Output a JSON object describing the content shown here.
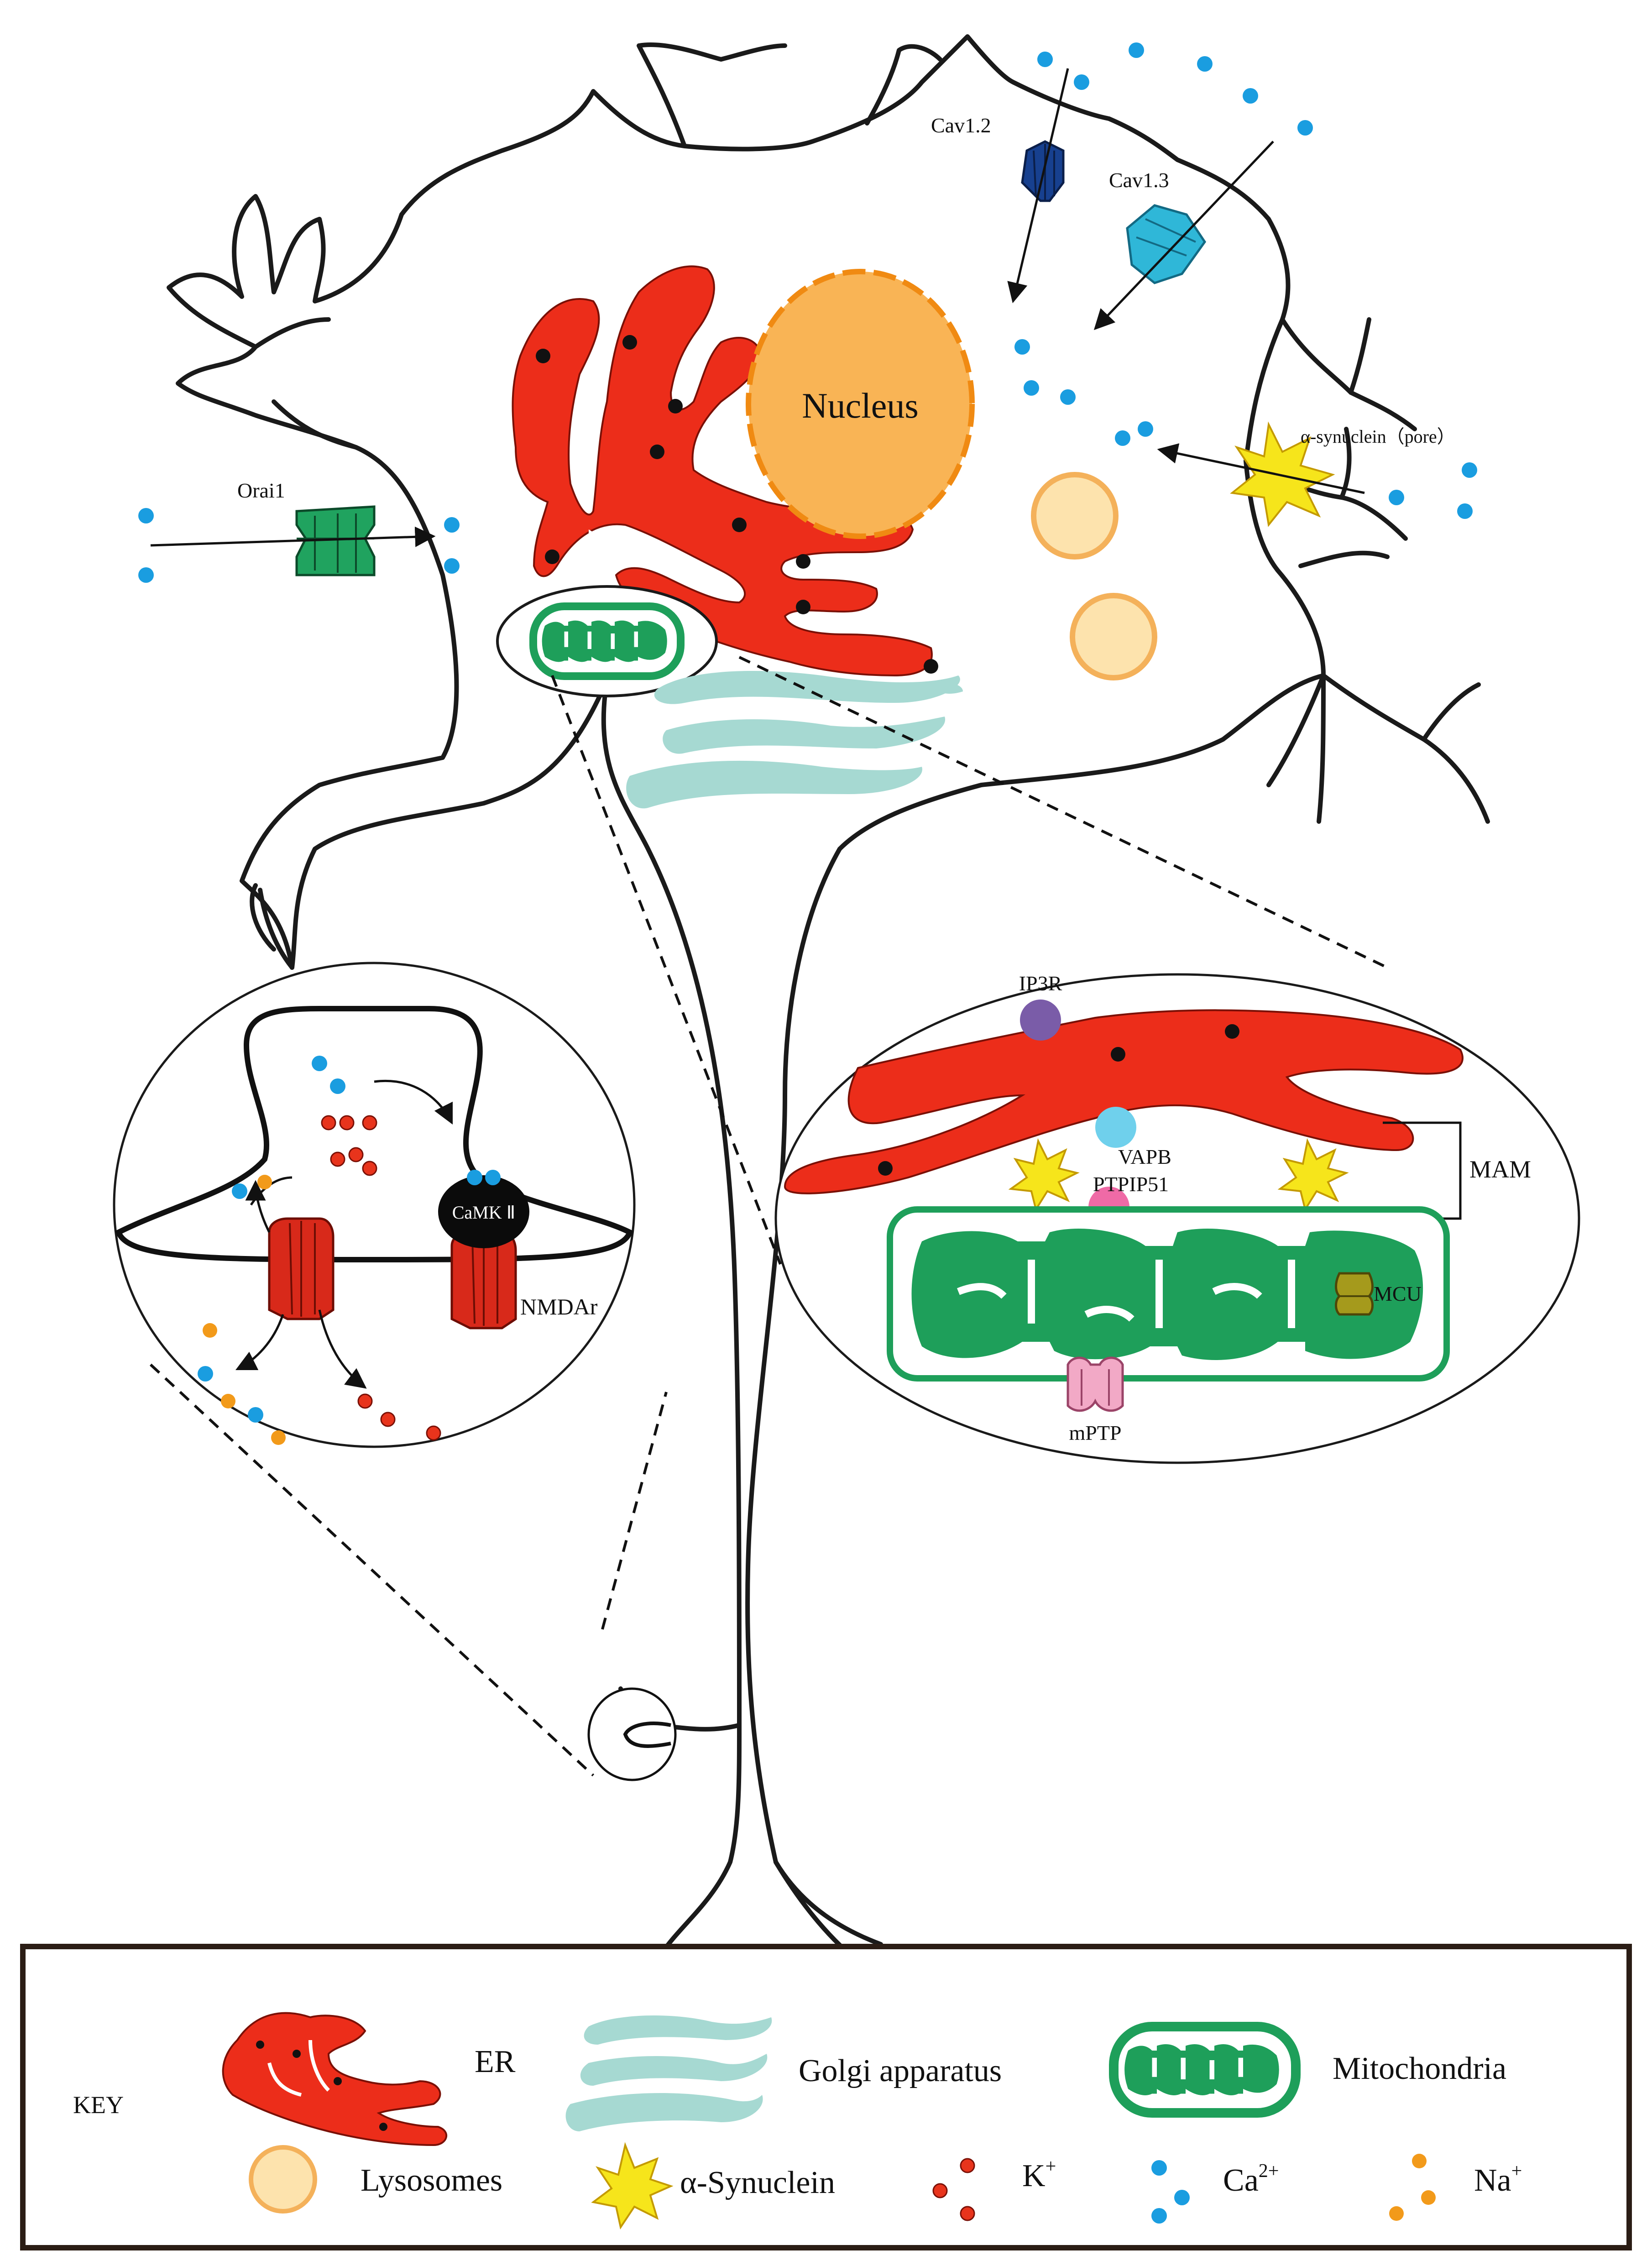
{
  "cell": {
    "nucleus_label": "Nucleus",
    "channels": {
      "cav12": "Cav1.2",
      "cav13": "Cav1.3",
      "orai1": "Orai1",
      "synuclein_pore": "α-synuclein（pore）"
    }
  },
  "synapse_inset": {
    "camk_label": "CaMK Ⅱ",
    "nmda_label": "NMDAr"
  },
  "mam_inset": {
    "ip3r": "IP3R",
    "vapb": "VAPB",
    "ptpip51": "PTPIP51",
    "mam": "MAM",
    "mcu": "MCU",
    "mptp": "mPTP"
  },
  "key": {
    "title": "KEY",
    "er": "ER",
    "golgi": "Golgi apparatus",
    "mito": "Mitochondria",
    "lysosomes": "Lysosomes",
    "synuclein": "α-Synuclein",
    "k_base": "K",
    "k_sup": "+",
    "ca_base": "Ca",
    "ca_sup": "2+",
    "na_base": "Na",
    "na_sup": "+"
  },
  "colors": {
    "er_red": "#ec2d1a",
    "golgi": "#a6d9d2",
    "mito_green": "#1e9f5a",
    "nucleus": "#f9b455",
    "lysosome": "#fde3ad",
    "calcium": "#1a9de0",
    "potassium": "#e8341c",
    "sodium": "#f29a1a",
    "synuclein": "#f6e51b",
    "cav12": "#17408f",
    "cav13": "#2fb7d8",
    "orai1": "#20a35f",
    "ip3r": "#7a5ca8",
    "vapb": "#6fd0ec",
    "ptpip51": "#ef6aa6",
    "mcu": "#a59a1c",
    "mptp": "#f2a9c6"
  }
}
